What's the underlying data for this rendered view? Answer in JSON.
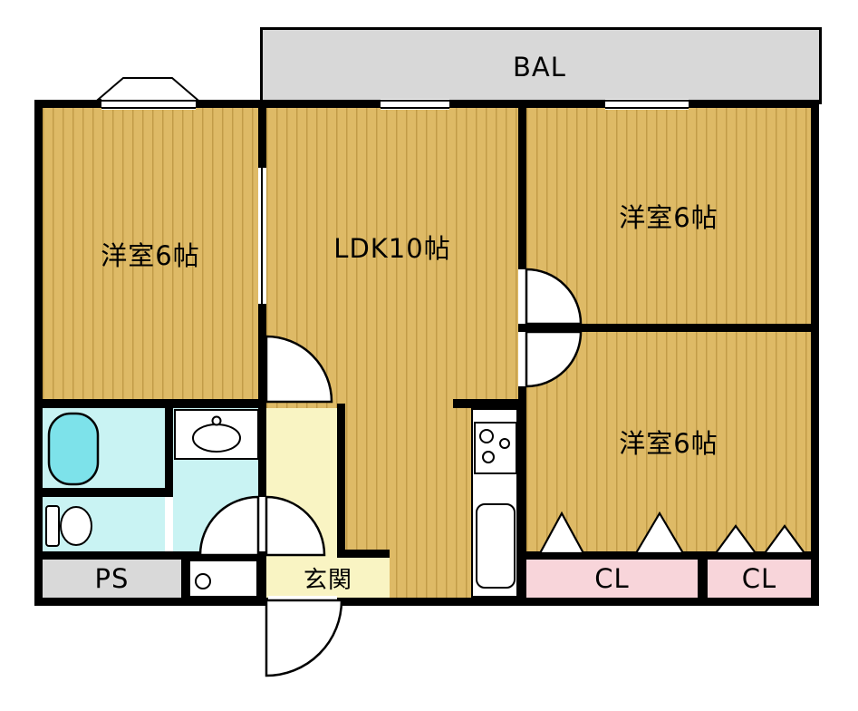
{
  "balcony": {
    "label": "BAL"
  },
  "rooms": {
    "room_top_left": {
      "label": "洋室6帖"
    },
    "ldk": {
      "label": "LDK10帖"
    },
    "room_top_right": {
      "label": "洋室6帖"
    },
    "room_mid_right": {
      "label": "洋室6帖"
    },
    "closet_left": {
      "label": "CL"
    },
    "closet_right": {
      "label": "CL"
    },
    "pipe_space": {
      "label": "PS"
    },
    "entrance": {
      "label": "玄関"
    }
  },
  "fixtures": {
    "bathtub": "bathtub-icon",
    "toilet": "toilet-icon",
    "washbasin": "washbasin-icon",
    "stove": "stove-burners-icon",
    "kitchen_sink": "kitchen-sink-icon",
    "washer_drain": "washer-pan-drain-icon"
  },
  "colors": {
    "tatami": "#deba66",
    "tatami_stripe": "#c29c48",
    "balcony": "#d8d8d8",
    "ps_gray": "#d9d9d9",
    "closet_pink": "#f8d5da",
    "water_cyan": "#c9f3f3",
    "tub_cyan": "#7de2ea",
    "entrance_yellow": "#f9f4c3",
    "wall": "#000000"
  }
}
